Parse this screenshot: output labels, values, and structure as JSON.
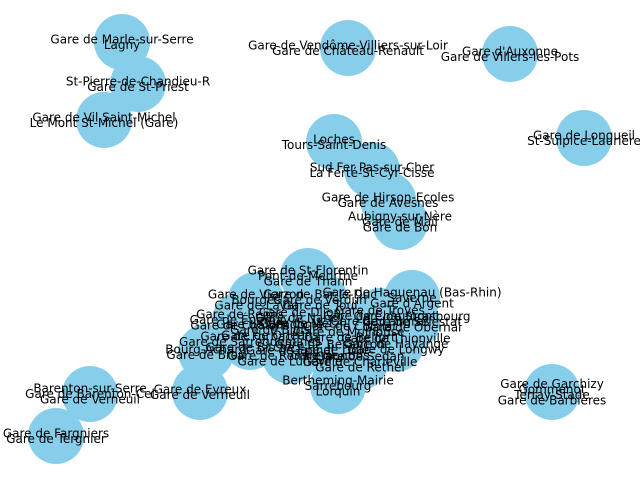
{
  "graph": {
    "node_color": "#87ceeb",
    "label_color": "#000000",
    "background": "#ffffff",
    "nodes": [
      {
        "id": "n1",
        "labels": [
          "Gare de Marle-sur-Serre",
          "Lagny"
        ]
      },
      {
        "id": "n2",
        "labels": [
          "St-Pierre-de-Chandieu-R",
          "Gare de St-Priest"
        ]
      },
      {
        "id": "n3",
        "labels": [
          "Gare de Vil Saint-Michel",
          "Le Mont St-Michel (Gare)"
        ]
      },
      {
        "id": "n4",
        "labels": [
          "Gare de Vendôme-Villiers-sur-Loir",
          "Gare de Château-Renault"
        ]
      },
      {
        "id": "n5",
        "labels": [
          "Gare d'Auxonne",
          "Gare de Villers-les-Pots"
        ]
      },
      {
        "id": "n6",
        "labels": [
          "Gare de Longueil",
          "St-Sulpice-Laurière"
        ]
      },
      {
        "id": "n7",
        "labels": [
          "Loches",
          "Tours-Saint-Denis"
        ]
      },
      {
        "id": "n8",
        "labels": [
          "Sud Fer Pas-sur-Cher",
          "La Ferté-St-Cyr-Cisse"
        ]
      },
      {
        "id": "n9",
        "labels": [
          "Gare de Hirson-Ecoles",
          "Gare de Avesnes"
        ]
      },
      {
        "id": "n10",
        "labels": [
          "Aubigny-sur-Nère",
          "Gare de Mail",
          "Gare de Bon"
        ]
      },
      {
        "id": "n11",
        "labels": [
          "Barenton-sur-Serre",
          "Gare de Barenton-Cel",
          "Gare de Verneuil"
        ]
      },
      {
        "id": "n12",
        "labels": [
          "Gare de Evreux",
          "Gare de Verneuil"
        ]
      },
      {
        "id": "n13",
        "labels": [
          "Gare de Fargniers",
          "Gare de Tergnier"
        ]
      },
      {
        "id": "n14",
        "labels": [
          "Gare de Garchizy",
          "Gommenot",
          "Terray-Stade",
          "Gare de Barbières"
        ]
      },
      {
        "id": "n15",
        "labels": [
          "Bertheming-Mairie",
          "Sarrebourg",
          "Lorquin"
        ]
      },
      {
        "id": "n16",
        "labels": [
          "Bourg-Achard",
          "Gare de Brou"
        ]
      },
      {
        "id": "n17",
        "labels": [
          "Gare de St-Florentin",
          "Pont-de-Meurthe",
          "Gare de Thann"
        ]
      },
      {
        "id": "n18",
        "labels": [
          "Gare de Vierzon",
          "Bourges",
          "Gare de Laval"
        ]
      },
      {
        "id": "n19",
        "labels": [
          "Gare de Haguenau (Bas-Rhin)",
          "Saverne",
          "Gare d'Argent"
        ]
      },
      {
        "id": "n20",
        "labels": [
          "Gare de Dijon",
          "Gare de Nancy",
          "Gare de Metz"
        ]
      },
      {
        "id": "n21",
        "labels": [
          "Gare de Colmar",
          "Gare de Mulhouse",
          "Gare de Belfort"
        ]
      },
      {
        "id": "n22",
        "labels": [
          "Gare de Vendôme",
          "Gare de Blois",
          "Gare de Orléans"
        ]
      },
      {
        "id": "n23",
        "labels": [
          "Gare de Besançon",
          "Gare de Dole",
          "Gare de Lons"
        ]
      },
      {
        "id": "n24",
        "labels": [
          "Gare de Troyes",
          "Gare de Chaumont",
          "Gare de Langres"
        ]
      },
      {
        "id": "n25",
        "labels": [
          "Gare de Strasbourg",
          "Gare de Sélestat",
          "Gare de Obernai"
        ]
      },
      {
        "id": "n26",
        "labels": [
          "Gare de Reims",
          "Gare de Épernay",
          "Gare de Châlons"
        ]
      },
      {
        "id": "n27",
        "labels": [
          "Gare de Épinal",
          "Gare de Remiremont",
          "Gare de Lunéville"
        ]
      },
      {
        "id": "n28",
        "labels": [
          "Gare de Sedan",
          "Gare de Charleville",
          "Gare de Rethel"
        ]
      },
      {
        "id": "n29",
        "labels": [
          "Gare de Bar-le-Duc",
          "Gare de Verdun",
          "Gare de Toul"
        ]
      },
      {
        "id": "n30",
        "labels": [
          "Gare de Forbach",
          "Gare de Sarreguemines",
          "Gare de Bitche"
        ]
      },
      {
        "id": "n31",
        "labels": [
          "Gare de Thionville",
          "Gare de Hayange",
          "Gare de Longwy"
        ]
      }
    ]
  }
}
